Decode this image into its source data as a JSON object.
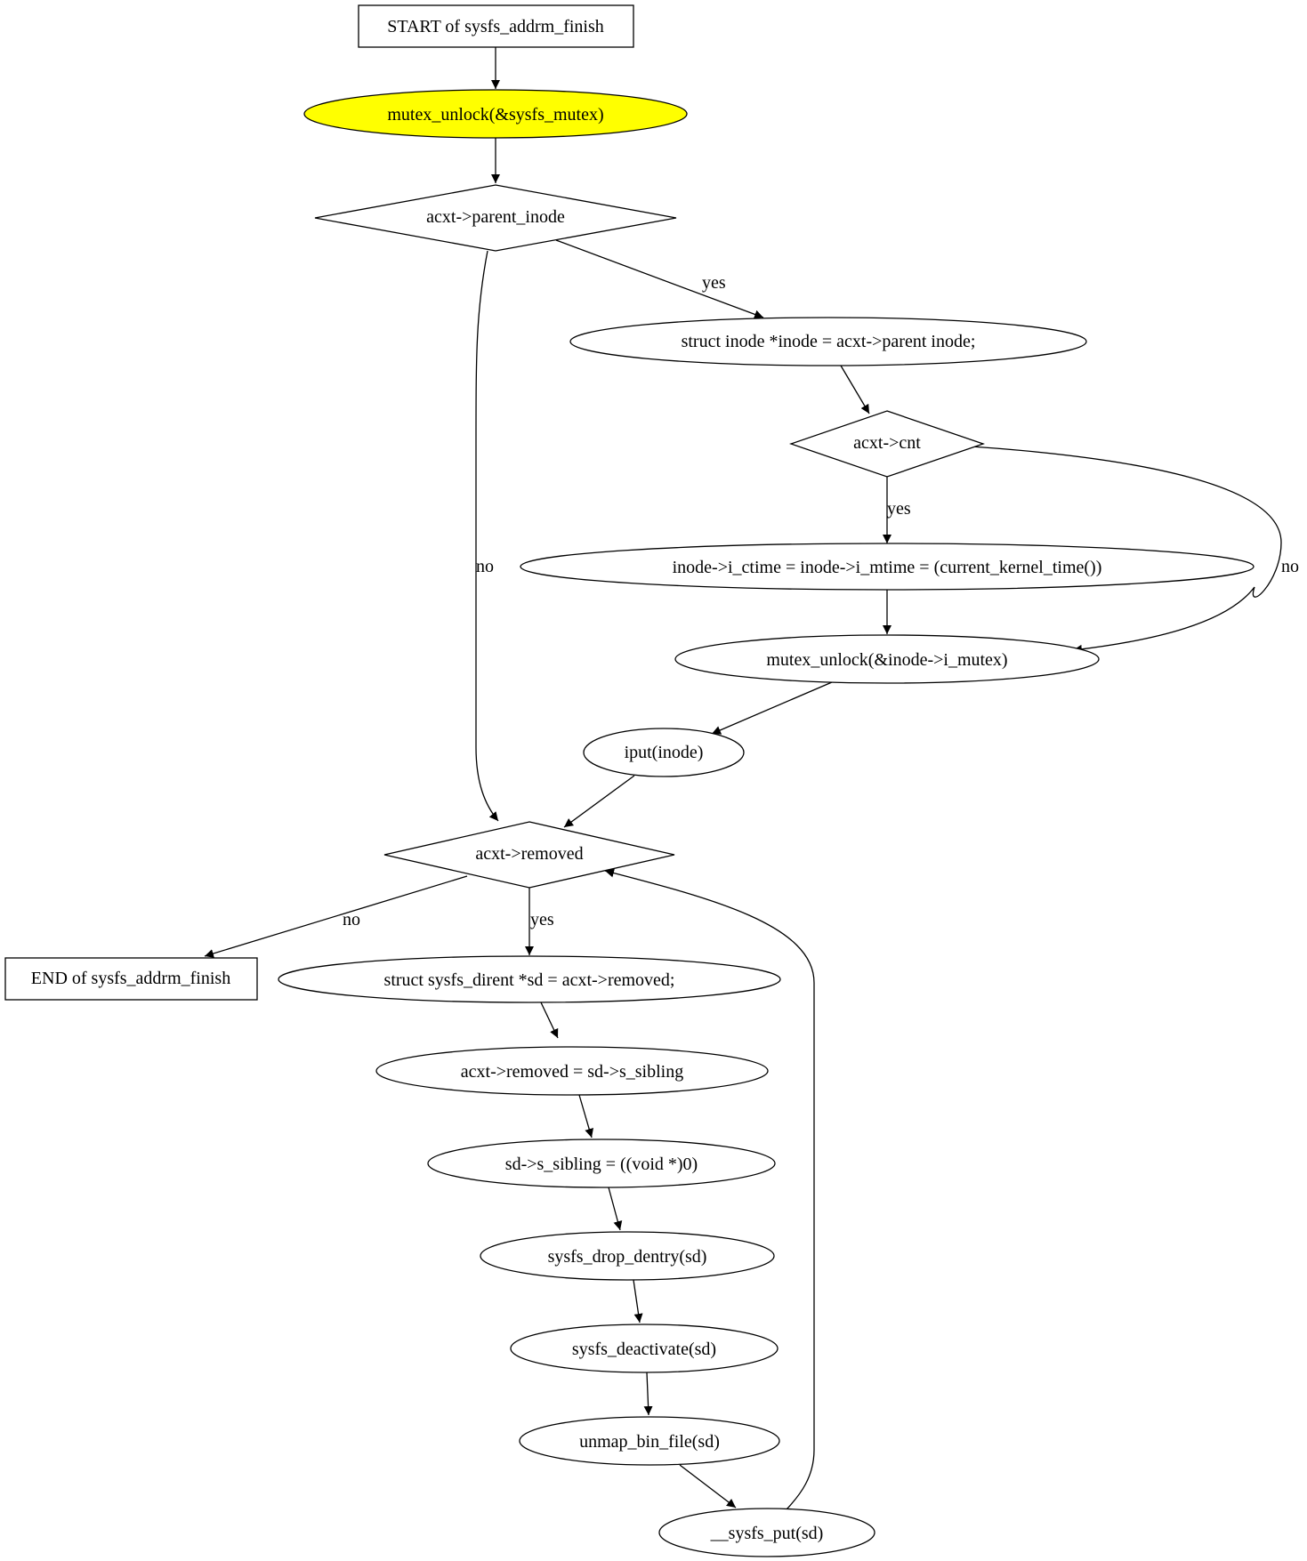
{
  "diagram": {
    "nodes": {
      "start": "START of sysfs_addrm_finish",
      "unlock_sysfs": "mutex_unlock(&sysfs_mutex)",
      "cond_parent_inode": "acxt->parent_inode",
      "assign_inode": "struct inode *inode = acxt->parent  inode;",
      "cond_cnt": "acxt->cnt",
      "set_ctime": "inode->i_ctime = inode->i_mtime = (current_kernel_time())",
      "unlock_inode": "mutex_unlock(&inode->i_mutex)",
      "iput": "iput(inode)",
      "cond_removed": "acxt->removed",
      "end": "END of sysfs_addrm_finish",
      "assign_sd": "struct sysfs_dirent *sd = acxt->removed;",
      "advance_removed": "acxt->removed = sd->s_sibling",
      "clear_sibling": "sd->s_sibling = ((void *)0)",
      "drop_dentry": "sysfs_drop_dentry(sd)",
      "deactivate": "sysfs_deactivate(sd)",
      "unmap": "unmap_bin_file(sd)",
      "put": "__sysfs_put(sd)"
    },
    "edge_labels": {
      "parent_yes": "yes",
      "parent_no": "no",
      "cnt_yes": "yes",
      "cnt_no": "no",
      "removed_no": "no",
      "removed_yes": "yes"
    },
    "colors": {
      "highlight_fill": "#ffff00",
      "stroke": "#000000",
      "background": "#ffffff"
    }
  }
}
